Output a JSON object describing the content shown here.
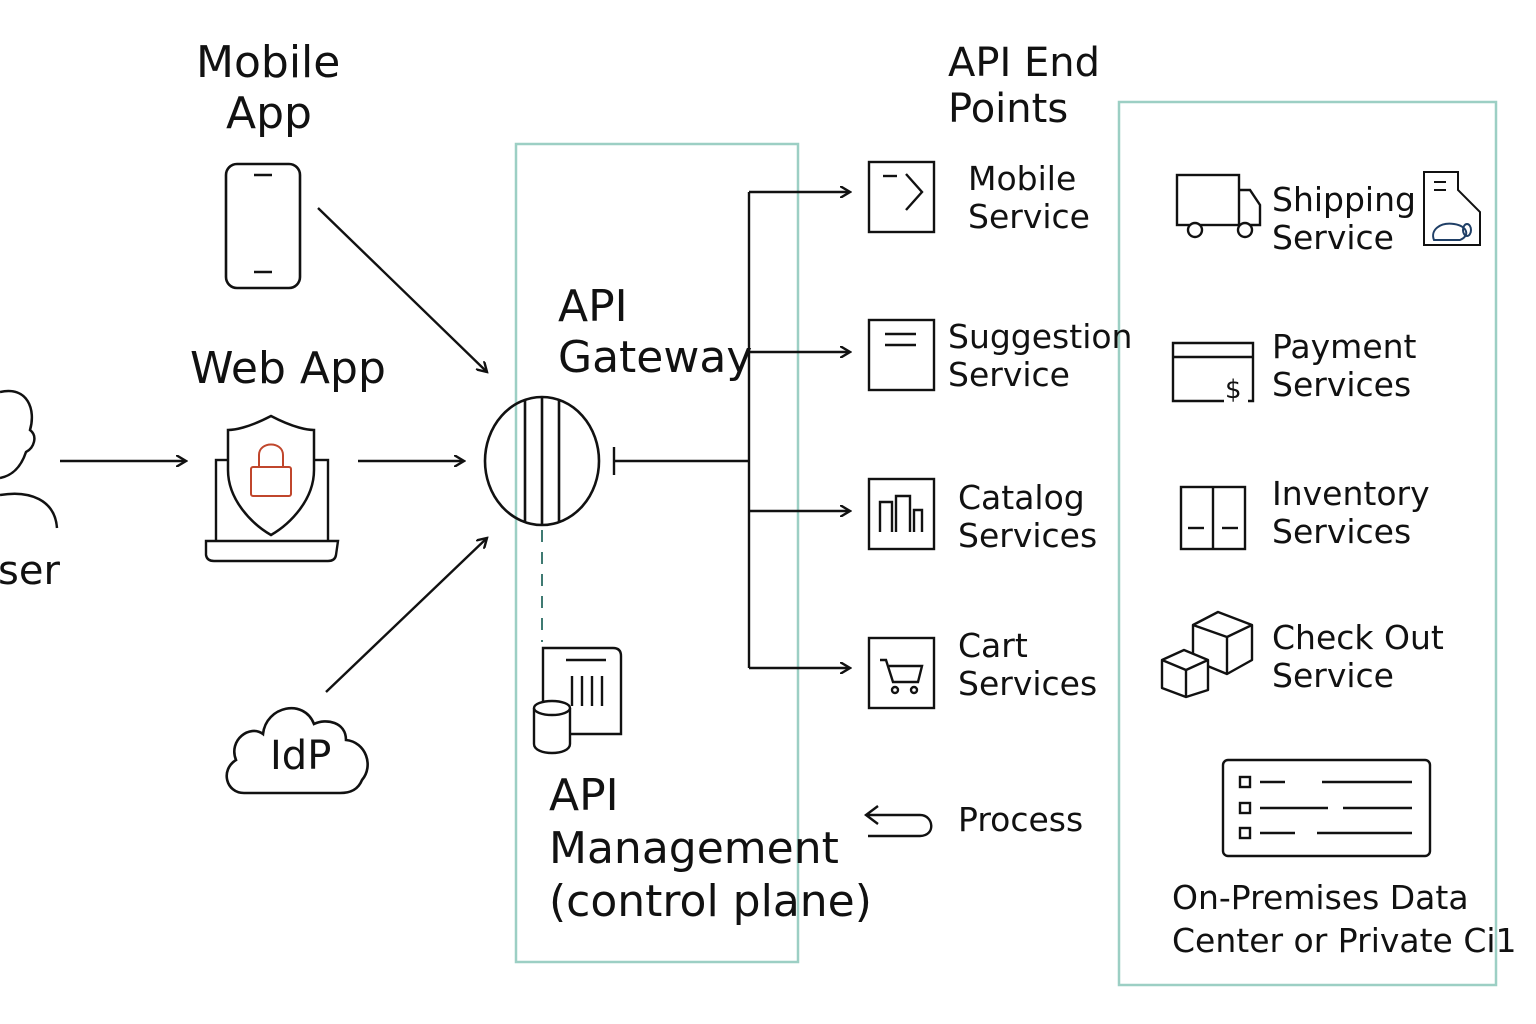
{
  "labels": {
    "user": "ser",
    "mobile_app": [
      "Mobile",
      "App"
    ],
    "web_app": "Web App",
    "idp": "IdP",
    "api_gateway": [
      "API",
      "Gateway"
    ],
    "api_management": [
      "API",
      "Management",
      "(control plane)"
    ],
    "api_endpoints": [
      "API End",
      "Points"
    ],
    "process": "Process",
    "on_premises": [
      "On-Premises Data",
      "Center or Private Ci1"
    ]
  },
  "endpoints": [
    {
      "name": [
        "Mobile",
        "Service"
      ],
      "icon": "terminal-icon"
    },
    {
      "name": [
        "Suggestion",
        "Service"
      ],
      "icon": "document-icon"
    },
    {
      "name": [
        "Catalog",
        "Services"
      ],
      "icon": "catalog-icon"
    },
    {
      "name": [
        "Cart",
        "Services"
      ],
      "icon": "cart-icon"
    }
  ],
  "backend_services": [
    {
      "name": [
        "Shipping",
        "Service"
      ],
      "icon": "truck-icon"
    },
    {
      "name": [
        "Payment",
        "Services"
      ],
      "icon": "payment-card-icon"
    },
    {
      "name": [
        "Inventory",
        "Services"
      ],
      "icon": "cabinet-icon"
    },
    {
      "name": [
        "Check Out",
        "Service"
      ],
      "icon": "boxes-icon"
    }
  ],
  "colors": {
    "stroke": "#111111",
    "container_border": "#9ccfc4",
    "dashed_link": "#3f7a72",
    "lock_accent": "#c0462c"
  }
}
